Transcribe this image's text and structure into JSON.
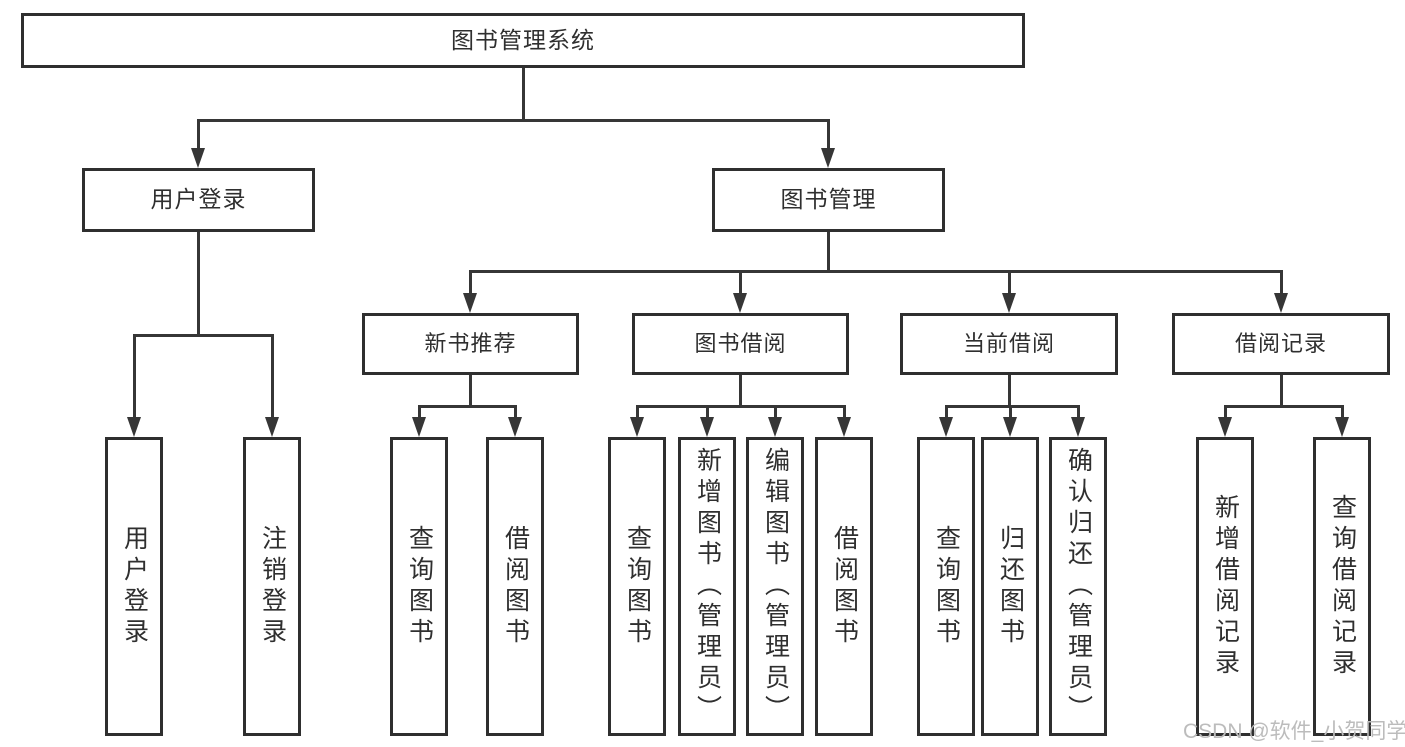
{
  "diagram": {
    "title": "图书管理系统",
    "branches": [
      {
        "label": "用户登录",
        "children": [
          {
            "label": "用户登录"
          },
          {
            "label": "注销登录"
          }
        ]
      },
      {
        "label": "图书管理",
        "children": [
          {
            "label": "新书推荐",
            "children": [
              {
                "label": "查询图书"
              },
              {
                "label": "借阅图书"
              }
            ]
          },
          {
            "label": "图书借阅",
            "children": [
              {
                "label": "查询图书"
              },
              {
                "label": "新增图书（管理员）"
              },
              {
                "label": "编辑图书（管理员）"
              },
              {
                "label": "借阅图书"
              }
            ]
          },
          {
            "label": "当前借阅",
            "children": [
              {
                "label": "查询图书"
              },
              {
                "label": "归还图书"
              },
              {
                "label": "确认归还（管理员）"
              }
            ]
          },
          {
            "label": "借阅记录",
            "children": [
              {
                "label": "新增借阅记录"
              },
              {
                "label": "查询借阅记录"
              }
            ]
          }
        ]
      }
    ]
  },
  "watermark": "CSDN @软件_小贺同学",
  "colors": {
    "line": "#363636",
    "box_border": "#2f2f2f",
    "text": "#2f2f2f",
    "watermark": "#bcbcbc",
    "background": "#ffffff"
  }
}
